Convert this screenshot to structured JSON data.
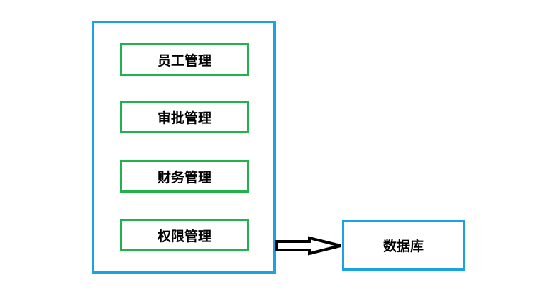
{
  "modules": [
    {
      "label": "员工管理"
    },
    {
      "label": "审批管理"
    },
    {
      "label": "财务管理"
    },
    {
      "label": "权限管理"
    }
  ],
  "database": {
    "label": "数据库"
  },
  "colors": {
    "system_border": "#1aa3e0",
    "module_border": "#23b14d",
    "database_border": "#1aa3e0",
    "arrow_stroke": "#000000"
  },
  "icons": {
    "connector": "hollow-arrow-right"
  }
}
